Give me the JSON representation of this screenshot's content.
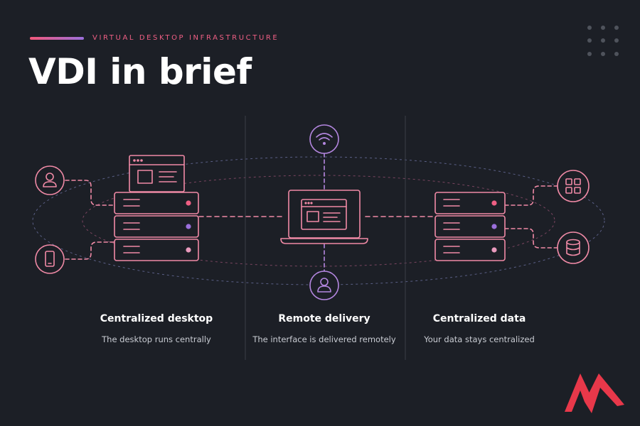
{
  "header": {
    "eyebrow": "VIRTUAL DESKTOP INFRASTRUCTURE",
    "title": "VDI in brief"
  },
  "columns": [
    {
      "title": "Centralized desktop",
      "description": "The desktop runs centrally"
    },
    {
      "title": "Remote delivery",
      "description": "The interface is delivered remotely"
    },
    {
      "title": "Centralized data",
      "description": "Your data stays centralized"
    }
  ],
  "icons": {
    "left_top": "user-icon",
    "left_bottom": "smartphone-icon",
    "center_top": "wifi-icon",
    "center_bottom": "user-icon",
    "right_top": "apps-grid-icon",
    "right_bottom": "database-icon"
  },
  "colors": {
    "background": "#1c1f26",
    "accent_pink": "#f08aa6",
    "accent_red": "#ef5f84",
    "accent_purple": "#9b6fdc",
    "logo_red": "#e8384a"
  }
}
